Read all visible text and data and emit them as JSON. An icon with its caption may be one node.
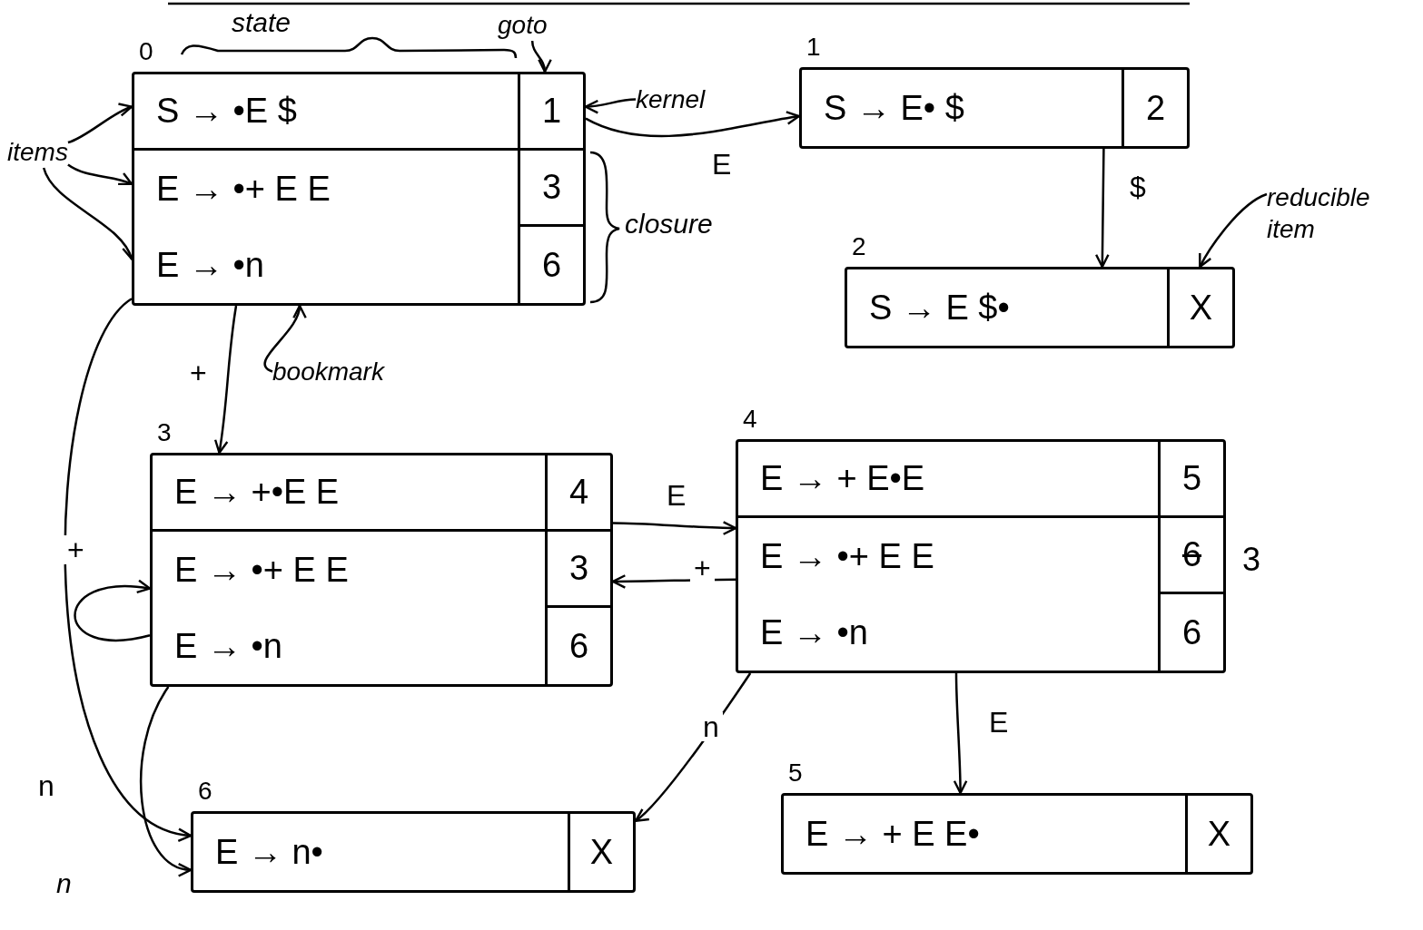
{
  "diagram": {
    "nodes": [
      {
        "text": [
          "0",
          "S → •E $",
          "1",
          "E → •+ E E",
          "3",
          "E → •n",
          "6"
        ]
      },
      {
        "text": [
          "1",
          "S → E• $",
          "2"
        ]
      },
      {
        "text": [
          "2",
          "S → E $•",
          "X"
        ]
      },
      {
        "text": [
          "3",
          "E → +•E E",
          "4",
          "E → •+ E E",
          "3",
          "E → •n",
          "6"
        ]
      },
      {
        "text": [
          "4",
          "E → + E•E",
          "5",
          "E → •+ E E",
          "6",
          "E → •n",
          "6"
        ],
        "beside": [
          "3"
        ]
      },
      {
        "text": [
          "5",
          "E → + E E•",
          "X"
        ]
      },
      {
        "text": [
          "6",
          "E → n•",
          "X"
        ]
      },
      {
        "text": [
          "goto"
        ]
      },
      {
        "text": [
          "kernel"
        ]
      },
      {
        "text": [
          "items"
        ]
      },
      {
        "text": [
          "bookmark"
        ]
      },
      {
        "text": [
          "reducible item"
        ]
      }
    ],
    "edges": [
      {
        "from": 0,
        "to": 1,
        "arrow": "to",
        "label": "E"
      },
      {
        "from": 1,
        "to": 2,
        "arrow": "to",
        "label": "$"
      },
      {
        "from": 0,
        "to": 3,
        "arrow": "to",
        "label": "+"
      },
      {
        "from": 3,
        "to": 4,
        "arrow": "to",
        "label": "E"
      },
      {
        "from": 4,
        "to": 3,
        "arrow": "to",
        "label": "+"
      },
      {
        "from": 3,
        "to": 3,
        "arrow": "to",
        "label": "+"
      },
      {
        "from": 0,
        "to": 6,
        "arrow": "to",
        "label": "n"
      },
      {
        "from": 3,
        "to": 6,
        "arrow": "to"
      },
      {
        "from": 4,
        "to": 6,
        "arrow": "to",
        "label": "n"
      },
      {
        "from": 4,
        "to": 5,
        "arrow": "to",
        "label": "E"
      },
      {
        "from": 7,
        "to": 0,
        "arrow": "to"
      },
      {
        "from": 8,
        "to": 0,
        "arrow": "to"
      },
      {
        "from": 9,
        "to": 0,
        "arrow": "to"
      },
      {
        "from": 9,
        "to": 0,
        "arrow": "to"
      },
      {
        "from": 9,
        "to": 0,
        "arrow": "to"
      },
      {
        "from": 10,
        "to": 0,
        "arrow": "to"
      },
      {
        "from": 11,
        "to": 2,
        "arrow": "to"
      }
    ],
    "labels": [
      "state",
      "closure",
      "n"
    ]
  }
}
